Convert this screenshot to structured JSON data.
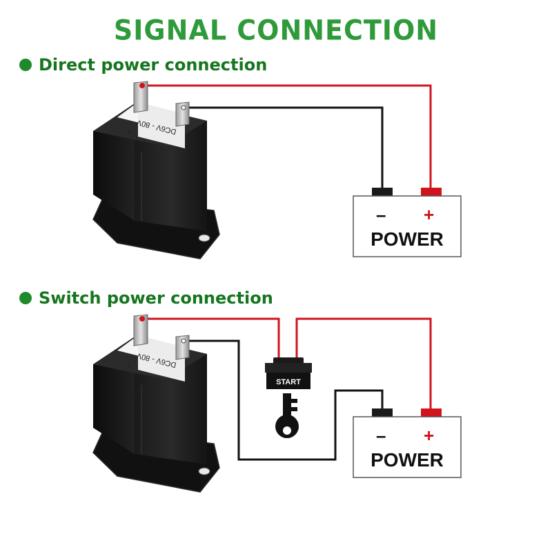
{
  "title": "SIGNAL CONNECTION",
  "sections": [
    {
      "heading": "Direct power connection",
      "meter_label": "DC6V - 80V",
      "meter_plus": "+",
      "meter_minus": "–",
      "power_label": "POWER",
      "power_minus": "–",
      "power_plus": "+"
    },
    {
      "heading": "Switch power connection",
      "meter_label": "DC6V - 80V",
      "meter_plus": "+",
      "meter_minus": "–",
      "switch_label": "START",
      "power_label": "POWER",
      "power_minus": "–",
      "power_plus": "+"
    }
  ],
  "colors": {
    "title_green": "#2e9a3a",
    "heading_green": "#16751f",
    "wire_red": "#d0141e",
    "wire_black": "#111111"
  }
}
